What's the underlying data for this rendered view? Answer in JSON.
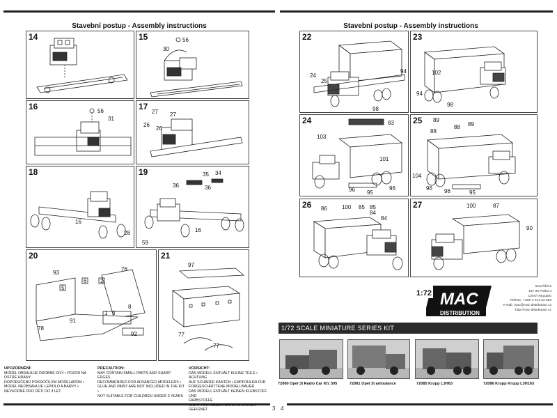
{
  "left_page": {
    "title": "Stavební postup - Assembly instructions",
    "page_number": "3",
    "steps": [
      {
        "num": "14",
        "labels": []
      },
      {
        "num": "15",
        "labels": [
          "30",
          "56"
        ]
      },
      {
        "num": "16",
        "labels": [
          "56",
          "31"
        ]
      },
      {
        "num": "17",
        "labels": [
          "27",
          "27",
          "26",
          "26"
        ]
      },
      {
        "num": "18",
        "labels": [
          "16",
          "28"
        ]
      },
      {
        "num": "19",
        "labels": [
          "35",
          "34",
          "36",
          "36",
          "16",
          "59"
        ]
      },
      {
        "num": "20",
        "labels": [
          "93",
          "76",
          "5",
          "6",
          "2",
          "3",
          "1",
          "8",
          "91",
          "78",
          "92"
        ]
      },
      {
        "num": "21",
        "labels": [
          "97",
          "77",
          "77"
        ]
      }
    ],
    "warnings": [
      {
        "heading": "UPOZORNĚNÍ:",
        "lines": [
          "MODEL OBSAHUJE DROBNÉ DÍLY • POZOR NA",
          "OSTRÉ HRANY",
          "DOPORUČENO POKROČILÝM MODELÁŘŮM •",
          "MODEL NEOBSAHUJE LEPIDLO A BARVY •",
          "NEVHODNÉ PRO DĚTI DO 3 LET"
        ]
      },
      {
        "heading": "PRECAUTION:",
        "lines": [
          "MAY CONTAIN SMALL PARTS AND SHARP EDGES",
          "RECOMMENDED FOR ADVANCED MODELERS •",
          "GLUE AND PAINT ARE NOT INCLUDED IN THE KIT •",
          "NOT SUITABLE FOR CHILDREN UNDER 3 YEARS"
        ]
      },
      {
        "heading": "VORSICHT:",
        "lines": [
          "DAS MODELL ENTHÄLT KLEINE TEILE • ACHTUNG",
          "AUF SCHARFE KANTEN • EMPFOHLEN FÜR",
          "FORGESCHRITTENE MODELLBAUER",
          "DAS MODELL ENTHÄLT KEINEN KLEBSTOFF UND",
          "FARBSTOFFE",
          "NICHT FÜR KINDER UNTER 3 JAHREN GEEIGNET"
        ]
      }
    ]
  },
  "right_page": {
    "title": "Stavební postup - Assembly instructions",
    "page_number": "4",
    "steps": [
      {
        "num": "22",
        "labels": [
          "24",
          "25",
          "94",
          "98"
        ]
      },
      {
        "num": "23",
        "labels": [
          "102",
          "94",
          "98"
        ]
      },
      {
        "num": "24",
        "labels": [
          "83",
          "103",
          "101",
          "96",
          "95",
          "96"
        ]
      },
      {
        "num": "25",
        "labels": [
          "89",
          "88",
          "89",
          "88",
          "104",
          "96",
          "96",
          "95"
        ]
      },
      {
        "num": "26",
        "labels": [
          "86",
          "100",
          "85",
          "85",
          "84",
          "84"
        ]
      },
      {
        "num": "27",
        "labels": [
          "100",
          "87",
          "90"
        ]
      }
    ],
    "logo": {
      "scale": "1:72",
      "brand": "MAC",
      "sub": "DISTRIBUTION"
    },
    "address": [
      "Brančíká 9",
      "147 00 Praha 4",
      "Czech Republic",
      "Tel/Fax: +420/ 2 444 63 666",
      "e-mail: mac@mac-distribution.cz",
      "http://mac-distribution.cz"
    ],
    "series_title": "1/72 SCALE MINIATURE SERIES KIT",
    "kits": [
      {
        "code": "72080",
        "name": "Opel 3t Radio Car Kfz 305"
      },
      {
        "code": "72081",
        "name": "Opel 3t ambulance"
      },
      {
        "code": "72085",
        "name": "Krupp L3H63"
      },
      {
        "code": "72086",
        "name": "Krupp Krupp L3H163"
      }
    ]
  },
  "colors": {
    "ink": "#111111",
    "bar": "#2a2a2a",
    "frame": "#444444",
    "photo": "#cfcfcf"
  }
}
